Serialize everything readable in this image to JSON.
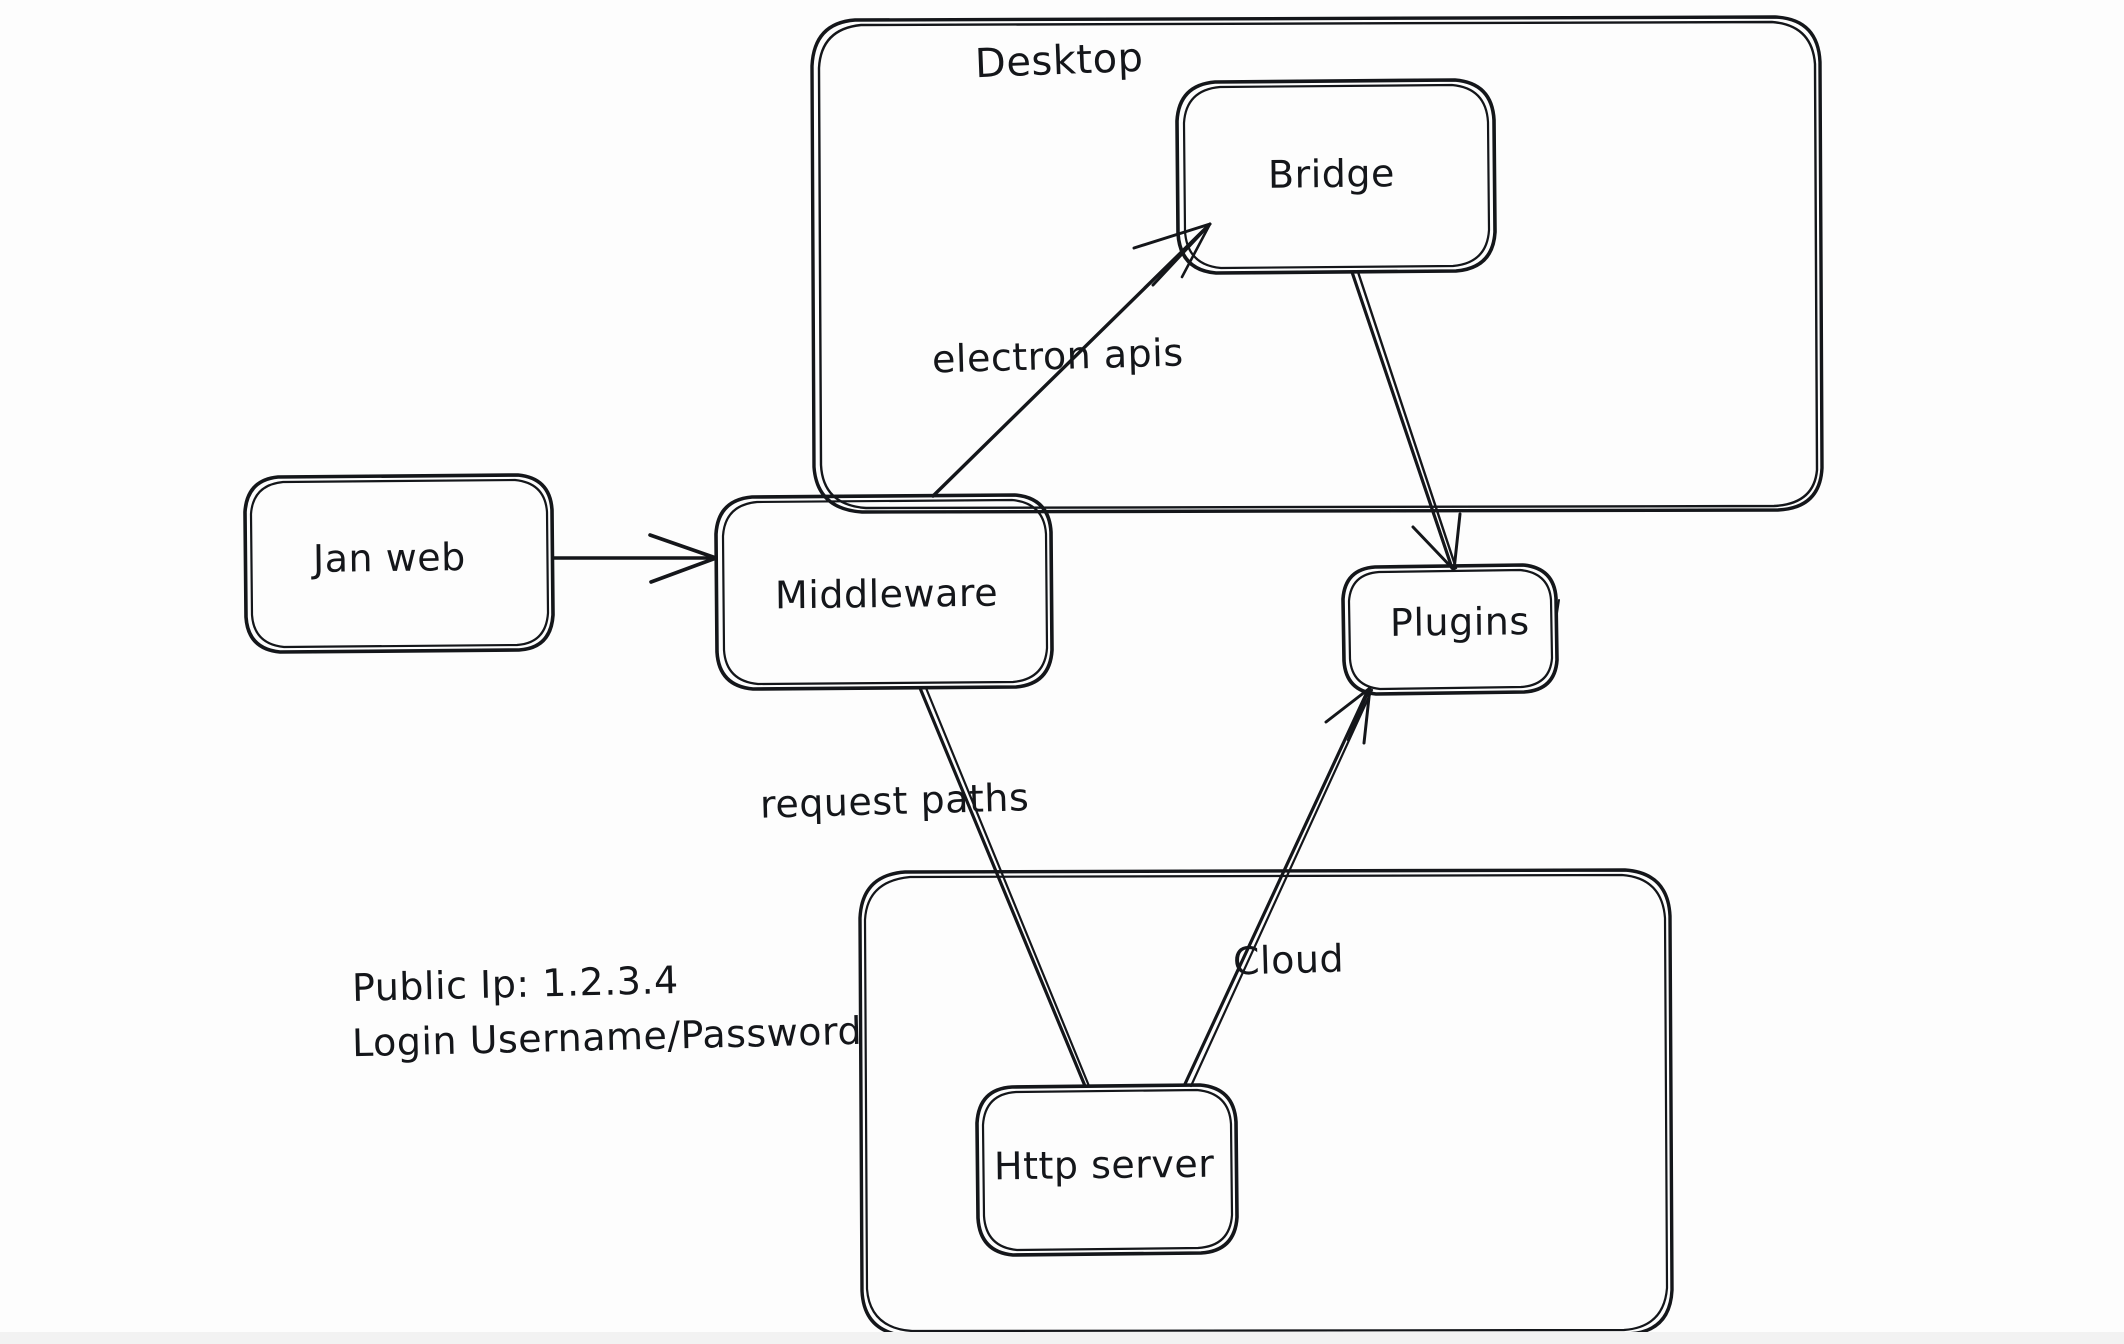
{
  "diagram": {
    "type": "architecture-flow",
    "style": "hand-drawn-whiteboard",
    "background_color": "#fdfdfd",
    "stroke_color": "#14161a",
    "groups": [
      {
        "id": "desktop",
        "label": "Desktop"
      },
      {
        "id": "cloud-container",
        "label": ""
      }
    ],
    "nodes": [
      {
        "id": "jan-web",
        "label": "Jan web"
      },
      {
        "id": "middleware",
        "label": "Middleware"
      },
      {
        "id": "bridge",
        "label": "Bridge"
      },
      {
        "id": "plugins",
        "label": "Plugins"
      },
      {
        "id": "http-server",
        "label": "Http server"
      }
    ],
    "edges": [
      {
        "id": "jan-web-to-middleware",
        "from": "Jan web",
        "to": "Middleware",
        "label": "",
        "arrow": true
      },
      {
        "id": "middleware-to-bridge",
        "from": "Middleware",
        "to": "Bridge",
        "label": "electron apis",
        "arrow": true
      },
      {
        "id": "bridge-to-plugins",
        "from": "Bridge",
        "to": "Plugins",
        "label": "",
        "arrow": true
      },
      {
        "id": "middleware-to-http-server",
        "from": "Middleware",
        "to": "Http server",
        "label": "request paths",
        "arrow": false
      },
      {
        "id": "http-server-to-plugins",
        "from": "Http server",
        "to": "Plugins",
        "label": "Cloud",
        "arrow": true
      }
    ],
    "notes": {
      "public_ip_line": "Public Ip: 1.2.3.4",
      "login_line": "Login Username/Password"
    }
  }
}
